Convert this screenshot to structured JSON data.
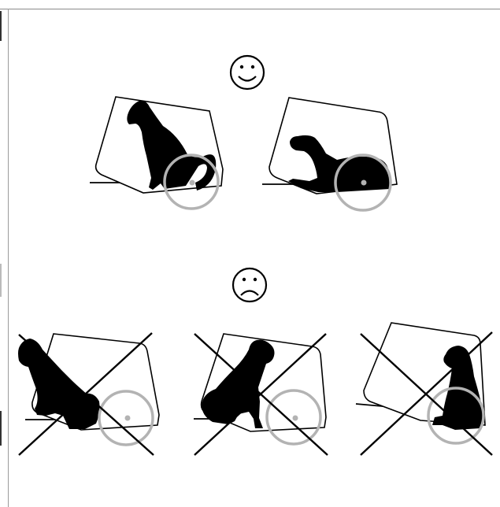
{
  "illustration": {
    "good_face_icon": "smiley-face-icon",
    "bad_face_icon": "frowning-face-icon",
    "cross_icon": "x-cross-icon",
    "marker_icon": "circle-marker-icon",
    "colors": {
      "line": "#000000",
      "marker": "#b3b3b3",
      "frame": "#8a8a8a"
    },
    "good_examples": [
      {
        "name": "sitting-dog-correct",
        "posture": "sitting",
        "correct": true
      },
      {
        "name": "lying-dog-correct",
        "posture": "lying",
        "correct": true
      }
    ],
    "bad_examples": [
      {
        "name": "dog-facing-wrong-way",
        "posture": "sitting",
        "correct": false
      },
      {
        "name": "dog-too-far-forward",
        "posture": "sitting",
        "correct": false
      },
      {
        "name": "dog-in-tilted-crate",
        "posture": "sitting",
        "correct": false
      }
    ]
  }
}
